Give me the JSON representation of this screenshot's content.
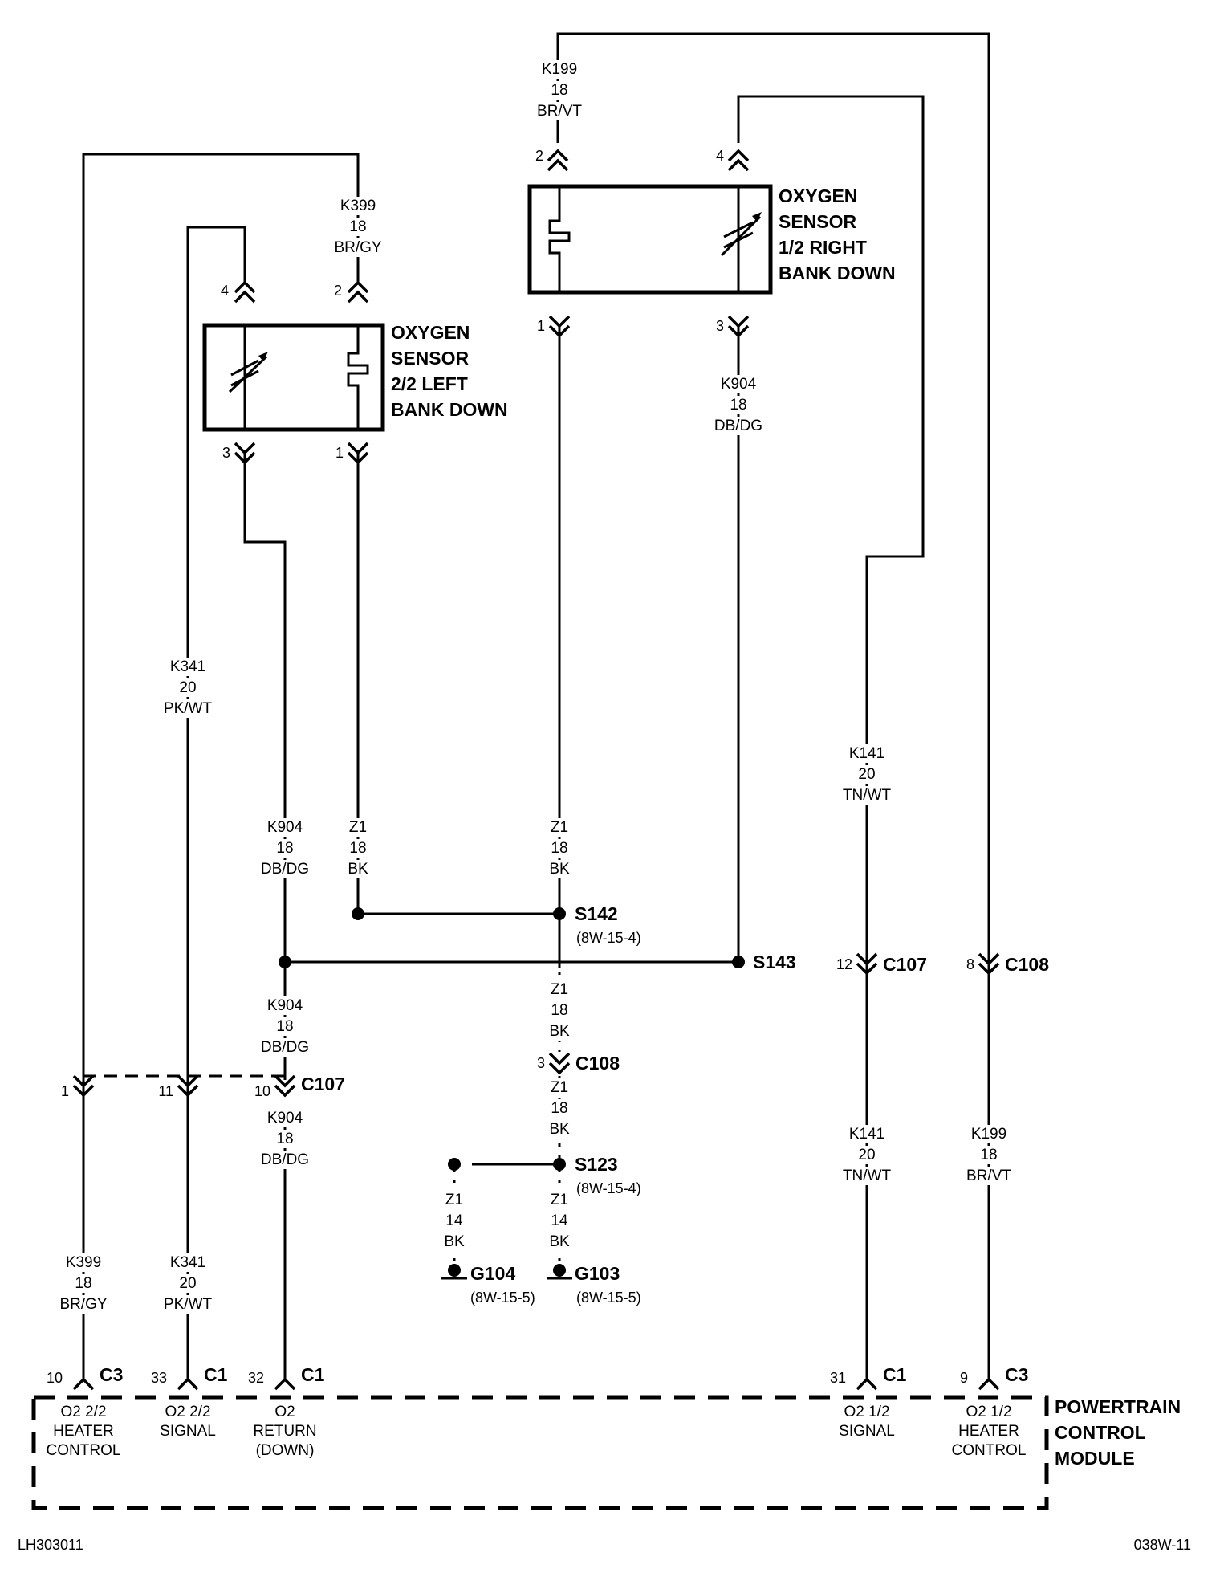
{
  "components": {
    "sensor_left": {
      "lines": [
        "OXYGEN",
        "SENSOR",
        "2/2 LEFT",
        "BANK DOWN"
      ]
    },
    "sensor_right": {
      "lines": [
        "OXYGEN",
        "SENSOR",
        "1/2 RIGHT",
        "BANK DOWN"
      ]
    },
    "pcm": {
      "lines": [
        "POWERTRAIN",
        "CONTROL",
        "MODULE"
      ]
    }
  },
  "wire_labels": [
    {
      "lines": [
        "K199",
        "18",
        "BR/VT"
      ]
    },
    {
      "lines": [
        "K399",
        "18",
        "BR/GY"
      ]
    },
    {
      "lines": [
        "K904",
        "18",
        "DB/DG"
      ]
    },
    {
      "lines": [
        "K341",
        "20",
        "PK/WT"
      ]
    },
    {
      "lines": [
        "K141",
        "20",
        "TN/WT"
      ]
    },
    {
      "lines": [
        "K904",
        "18",
        "DB/DG"
      ]
    },
    {
      "lines": [
        "Z1",
        "18",
        "BK"
      ]
    },
    {
      "lines": [
        "Z1",
        "18",
        "BK"
      ]
    },
    {
      "lines": [
        "K904",
        "18",
        "DB/DG"
      ]
    },
    {
      "lines": [
        "Z1",
        "18",
        "BK"
      ]
    },
    {
      "lines": [
        "Z1",
        "18",
        "BK"
      ]
    },
    {
      "lines": [
        "K904",
        "18",
        "DB/DG"
      ]
    },
    {
      "lines": [
        "Z1",
        "14",
        "BK"
      ]
    },
    {
      "lines": [
        "Z1",
        "14",
        "BK"
      ]
    },
    {
      "lines": [
        "K399",
        "18",
        "BR/GY"
      ]
    },
    {
      "lines": [
        "K341",
        "20",
        "PK/WT"
      ]
    },
    {
      "lines": [
        "K141",
        "20",
        "TN/WT"
      ]
    },
    {
      "lines": [
        "K199",
        "18",
        "BR/VT"
      ]
    }
  ],
  "sensor_pins": [
    "2",
    "4",
    "1",
    "3",
    "4",
    "2",
    "3",
    "1"
  ],
  "splices": [
    {
      "name": "S142",
      "ref": "(8W-15-4)"
    },
    {
      "name": "S143",
      "ref": ""
    },
    {
      "name": "S123",
      "ref": "(8W-15-4)"
    }
  ],
  "grounds": [
    {
      "name": "G104",
      "ref": "(8W-15-5)"
    },
    {
      "name": "G103",
      "ref": "(8W-15-5)"
    }
  ],
  "inline_connectors": [
    {
      "name": "C107",
      "pin": "12"
    },
    {
      "name": "C108",
      "pin": "8"
    },
    {
      "name": "C108",
      "pin": "3"
    },
    {
      "name": "C107",
      "pin": "10"
    }
  ],
  "inline_pins_extra": [
    "1",
    "11"
  ],
  "pcm_pins": [
    {
      "pin": "10",
      "connector": "C3",
      "lines": [
        "O2 2/2",
        "HEATER",
        "CONTROL"
      ]
    },
    {
      "pin": "33",
      "connector": "C1",
      "lines": [
        "O2 2/2",
        "SIGNAL"
      ]
    },
    {
      "pin": "32",
      "connector": "C1",
      "lines": [
        "O2",
        "RETURN",
        "(DOWN)"
      ]
    },
    {
      "pin": "31",
      "connector": "C1",
      "lines": [
        "O2 1/2",
        "SIGNAL"
      ]
    },
    {
      "pin": "9",
      "connector": "C3",
      "lines": [
        "O2 1/2",
        "HEATER",
        "CONTROL"
      ]
    }
  ],
  "footer": {
    "left": "LH303011",
    "right": "038W-11"
  }
}
